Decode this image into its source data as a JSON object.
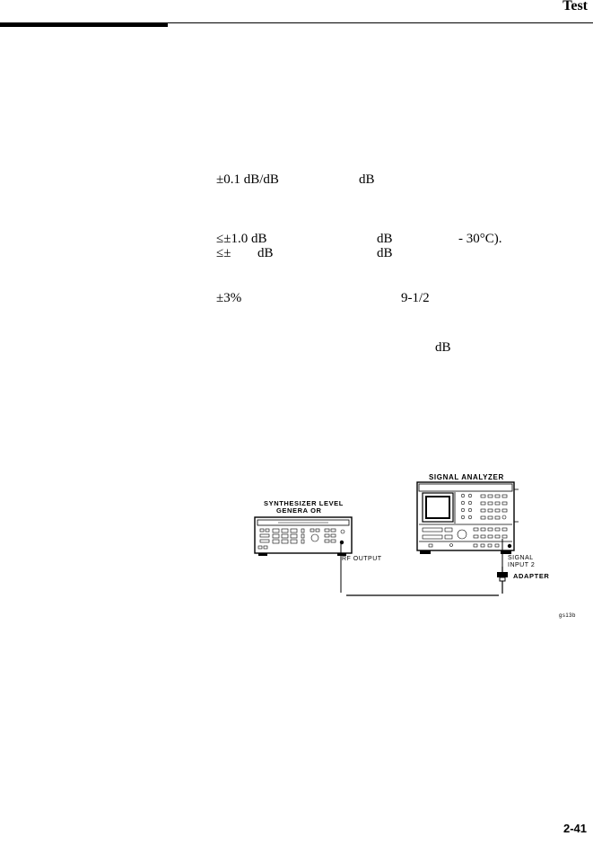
{
  "header": {
    "section_title": "Test"
  },
  "spec_lines": {
    "l1_a": "±0.1 dB/dB",
    "l1_b": "dB",
    "l2_a": "≤±1.0 dB",
    "l2_b": "dB",
    "l2_c": "- 30°C).",
    "l3_a": "≤±",
    "l3_b": "dB",
    "l3_c": "dB",
    "l4_a": "±3%",
    "l4_b": "9-1/2",
    "l5_a": "dB"
  },
  "figure": {
    "signal_analyzer_label": "SIGNAL ANALYZER",
    "synth_label_line1": "SYNTHESIZER LEVEL",
    "synth_label_line2": "GENERA OR",
    "rf_output_label": "RF OUTPUT",
    "signal_input_line1": "SIGNAL",
    "signal_input_line2": "INPUT 2",
    "adapter_label": "ADAPTER",
    "figure_code": "gs13b"
  },
  "footer": {
    "page_number": "2-41"
  }
}
